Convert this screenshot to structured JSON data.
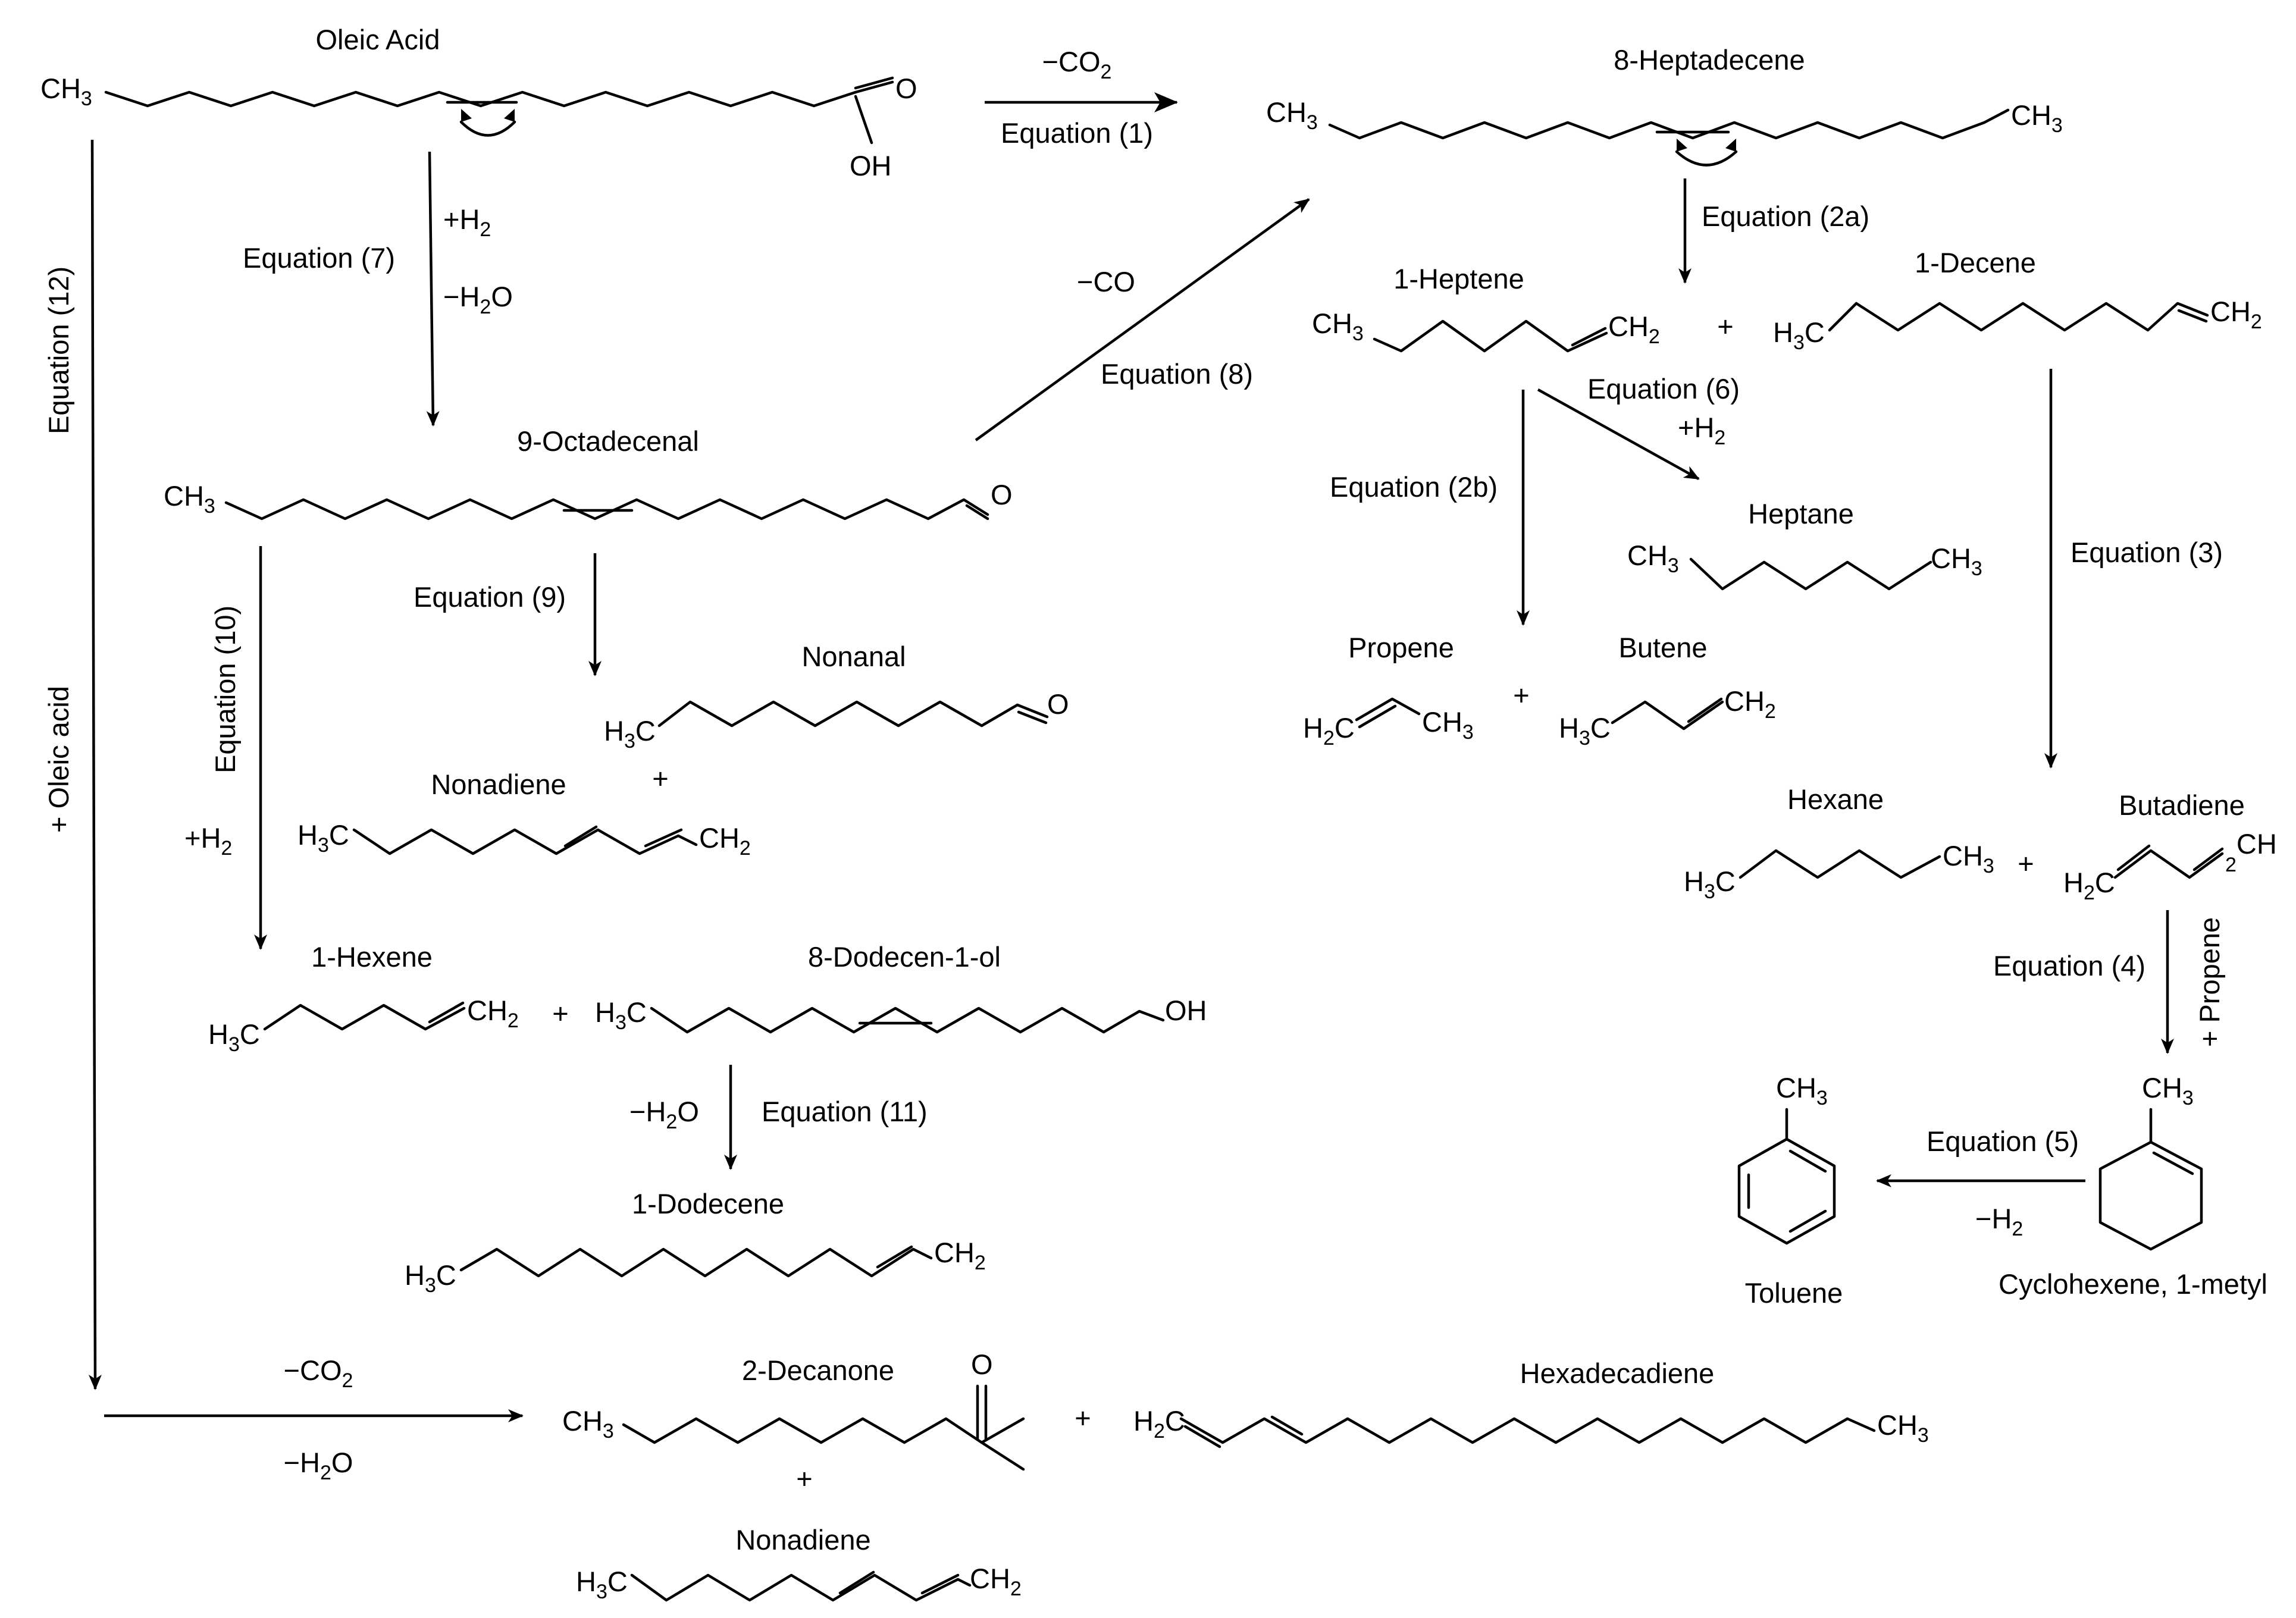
{
  "compounds": {
    "oleic_acid": "Oleic Acid",
    "heptadecene": "8-Heptadecene",
    "octadecenal": "9-Octadecenal",
    "heptene": "1-Heptene",
    "decene": "1-Decene",
    "heptane": "Heptane",
    "nonanal": "Nonanal",
    "nonadiene": "Nonadiene",
    "propene": "Propene",
    "butene": "Butene",
    "hexane": "Hexane",
    "butadiene": "Butadiene",
    "hexene": "1-Hexene",
    "dodecenol": "8-Dodecen-1-ol",
    "dodecene": "1-Dodecene",
    "toluene": "Toluene",
    "methylcyclohexene": "Cyclohexene, 1-metyl",
    "decanone": "2-Decanone",
    "hexadecadiene": "Hexadecadiene",
    "nonadiene_2": "Nonadiene"
  },
  "equations": {
    "eq1": "Equation (1)",
    "eq2a": "Equation (2a)",
    "eq2b": "Equation (2b)",
    "eq3": "Equation (3)",
    "eq4": "Equation (4)",
    "eq5": "Equation (5)",
    "eq6": "Equation (6)",
    "eq7": "Equation (7)",
    "eq8": "Equation (8)",
    "eq9": "Equation (9)",
    "eq10": "Equation (10)",
    "eq11": "Equation (11)",
    "eq12": "Equation (12)"
  },
  "conditions": {
    "minus_co": "−CO",
    "plus_oleic_acid": "+ Oleic acid",
    "plus_propene": "+ Propene",
    "plus": "+"
  },
  "atoms": {
    "methyl": "CH3",
    "methyl_left": "H3C",
    "methylene": "CH2",
    "methylene_left": "H2C",
    "oxygen": "O",
    "hydroxyl": "OH",
    "h2": "H2",
    "h2o": "H2O",
    "co2": "CO2"
  }
}
